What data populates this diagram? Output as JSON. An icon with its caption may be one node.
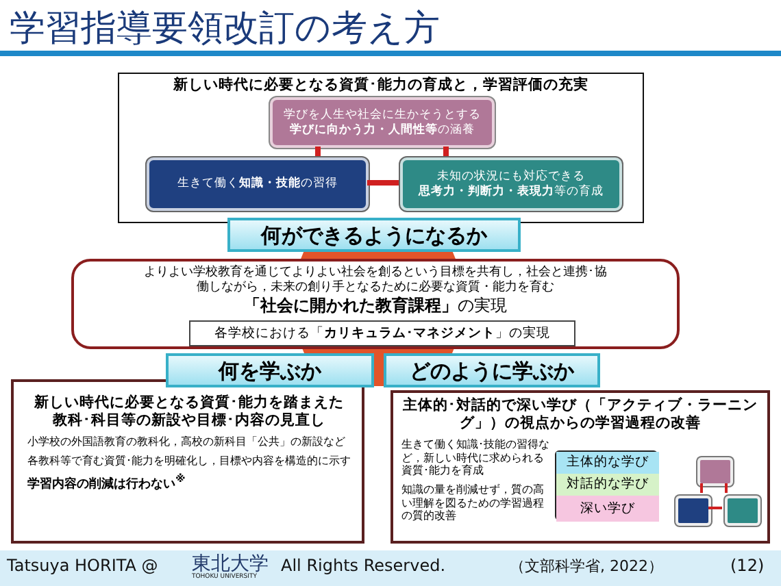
{
  "diagram": {
    "title": "学習指導要領改訂の考え方",
    "nodes": [
      {
        "text": [
          "新しい時代に必要となる資質･能力の育成と，学習評価の充実"
        ]
      },
      {
        "text": [
          "学びを人生や社会に生かそうとする",
          "**学びに向かう力・人間性等**の涵養"
        ],
        "in": 0
      },
      {
        "text": [
          "生きて働く**知識・技能**の習得"
        ],
        "in": 0
      },
      {
        "text": [
          "未知の状況にも対応できる",
          "**思考力・判断力・表現力**等の育成"
        ],
        "in": 0
      },
      {
        "text": [
          "何ができるようになるか"
        ]
      },
      {
        "text": [
          "よりよい学校教育を通じてよりよい社会を創るという目標を共有し，社会と連携･協働しながら，未来の創り手となるために必要な資質・能力を育む",
          "**「社会に開かれた教育課程」**の実現"
        ]
      },
      {
        "text": [
          "各学校における「**カリキュラム･マネジメント**」の実現"
        ],
        "in": 5
      },
      {
        "text": [
          "何を学ぶか"
        ]
      },
      {
        "text": [
          "新しい時代に必要となる資質･能力を踏まえた教科･科目等の新設や目標･内容の見直し",
          "小学校の外国語教育の教科化，高校の新科目「公共」の新設など",
          "各教科等で育む資質･能力を明確化し，目標や内容を構造的に示す",
          "学習内容の削減は行わない$^{※}$"
        ]
      },
      {
        "text": [
          "どのように学ぶか"
        ]
      },
      {
        "text": [
          "主体的･対話的で深い学び（「アクティブ・ラーニング」）の視点からの学習過程の改善",
          "生きて働く知識･技能の習得など，新しい時代に求められる資質･能力を育成",
          "知識の量を削減せず，質の高い理解を図るための学習過程の質的改善"
        ]
      },
      {
        "text": [],
        "shape": "box",
        "in": 10
      },
      {
        "text": [
          "主体的な学び"
        ],
        "in": 11
      },
      {
        "text": [
          "対話的な学び"
        ],
        "in": 11
      },
      {
        "text": [
          "深い学び"
        ],
        "in": 11
      },
      {
        "text": [],
        "shape": "box",
        "in": 10
      },
      {
        "text": [],
        "shape": "box",
        "in": 10
      },
      {
        "text": [],
        "shape": "box",
        "in": 10
      }
    ],
    "edges": [
      {
        "from": 1,
        "to": 2,
        "arrow": "none",
        "style": "thick"
      },
      {
        "from": 1,
        "to": 3,
        "arrow": "none",
        "style": "thick"
      },
      {
        "from": 2,
        "to": 3,
        "arrow": "none",
        "style": "thick"
      },
      {
        "from": 15,
        "to": 16,
        "arrow": "none"
      },
      {
        "from": 15,
        "to": 17,
        "arrow": "none"
      },
      {
        "from": 16,
        "to": 17,
        "arrow": "none"
      }
    ],
    "labels": [
      "Tatsuya HORITA @",
      "東北大学",
      "TOHOKU UNIVERSITY",
      "All Rights Reserved.",
      "（文部科学省, 2022）",
      "(12)"
    ]
  }
}
